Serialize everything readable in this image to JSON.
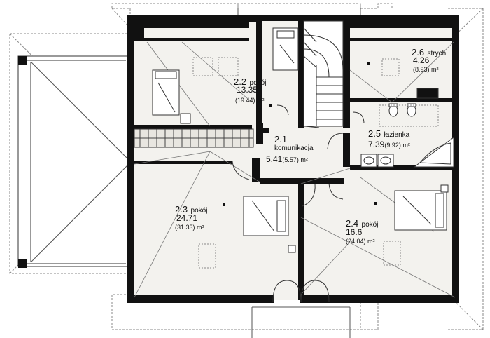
{
  "rooms": [
    {
      "id": "2.1",
      "name": "komunikacja",
      "area": "5.41",
      "gross": "(5.57) m²"
    },
    {
      "id": "2.2",
      "name": "pokój",
      "area": "13.35",
      "gross": "(19.44) m²"
    },
    {
      "id": "2.3",
      "name": "pokój",
      "area": "24.71",
      "gross": "(31.33) m²"
    },
    {
      "id": "2.4",
      "name": "pokój",
      "area": "16.6",
      "gross": "(24.04) m²"
    },
    {
      "id": "2.5",
      "name": "łazienka",
      "area": "7.39",
      "gross": "(9.92) m²"
    },
    {
      "id": "2.6",
      "name": "strych",
      "area": "4.26",
      "gross": "(8.93) m²"
    }
  ],
  "colors": {
    "wall": "#111111",
    "floor": "#f3f2ee",
    "line": "#555555",
    "dashed": "#888888"
  }
}
